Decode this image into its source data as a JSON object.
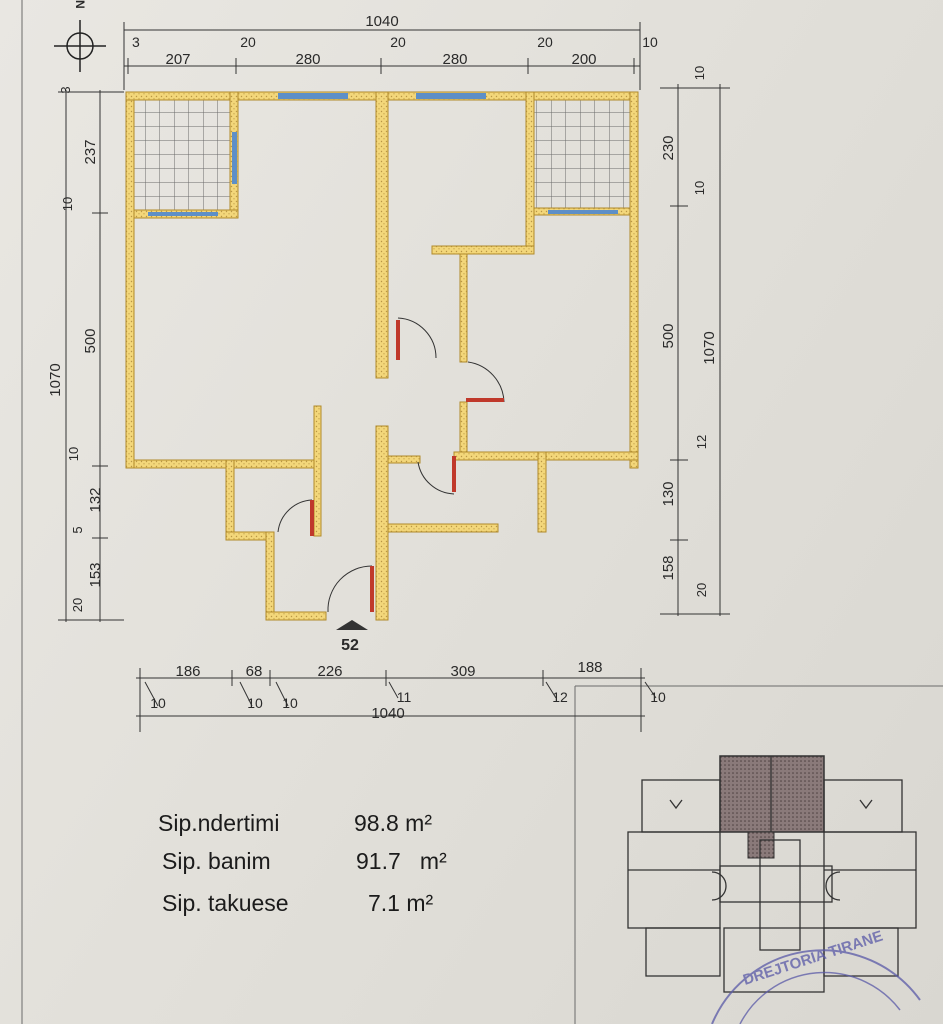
{
  "north_label": "N",
  "entrance_number": "52",
  "dims_top": {
    "total": "1040",
    "segments": [
      "3",
      "207",
      "20",
      "280",
      "20",
      "280",
      "20",
      "200",
      "10"
    ]
  },
  "dims_bottom": {
    "upper": [
      "186",
      "68",
      "226",
      "309",
      "188"
    ],
    "lower": [
      "10",
      "10",
      "10",
      "11",
      "12",
      "10"
    ],
    "total": "1040"
  },
  "dims_left": {
    "total": "1070",
    "segments": [
      "3",
      "237",
      "10",
      "500",
      "10",
      "132",
      "5",
      "153",
      "20"
    ]
  },
  "dims_right": {
    "total": "1070",
    "segments": [
      "10",
      "230",
      "10",
      "500",
      "12",
      "130",
      "158",
      "20"
    ]
  },
  "areas": [
    {
      "label": "Sip.ndertimi",
      "value": "98.8 m²"
    },
    {
      "label": "Sip. banim",
      "value": "91.7   m²"
    },
    {
      "label": "Sip. takuese",
      "value": "7.1 m²"
    }
  ],
  "stamp_text": "DREJTORIA TIRANE",
  "colors": {
    "wall_fill": "#f3d77a",
    "wall_stroke": "#b08a2a",
    "window": "#5d8fc7",
    "door_red": "#c0392b",
    "key_plan_fill": "#7b6b6b",
    "stamp": "#5a5aa8"
  }
}
